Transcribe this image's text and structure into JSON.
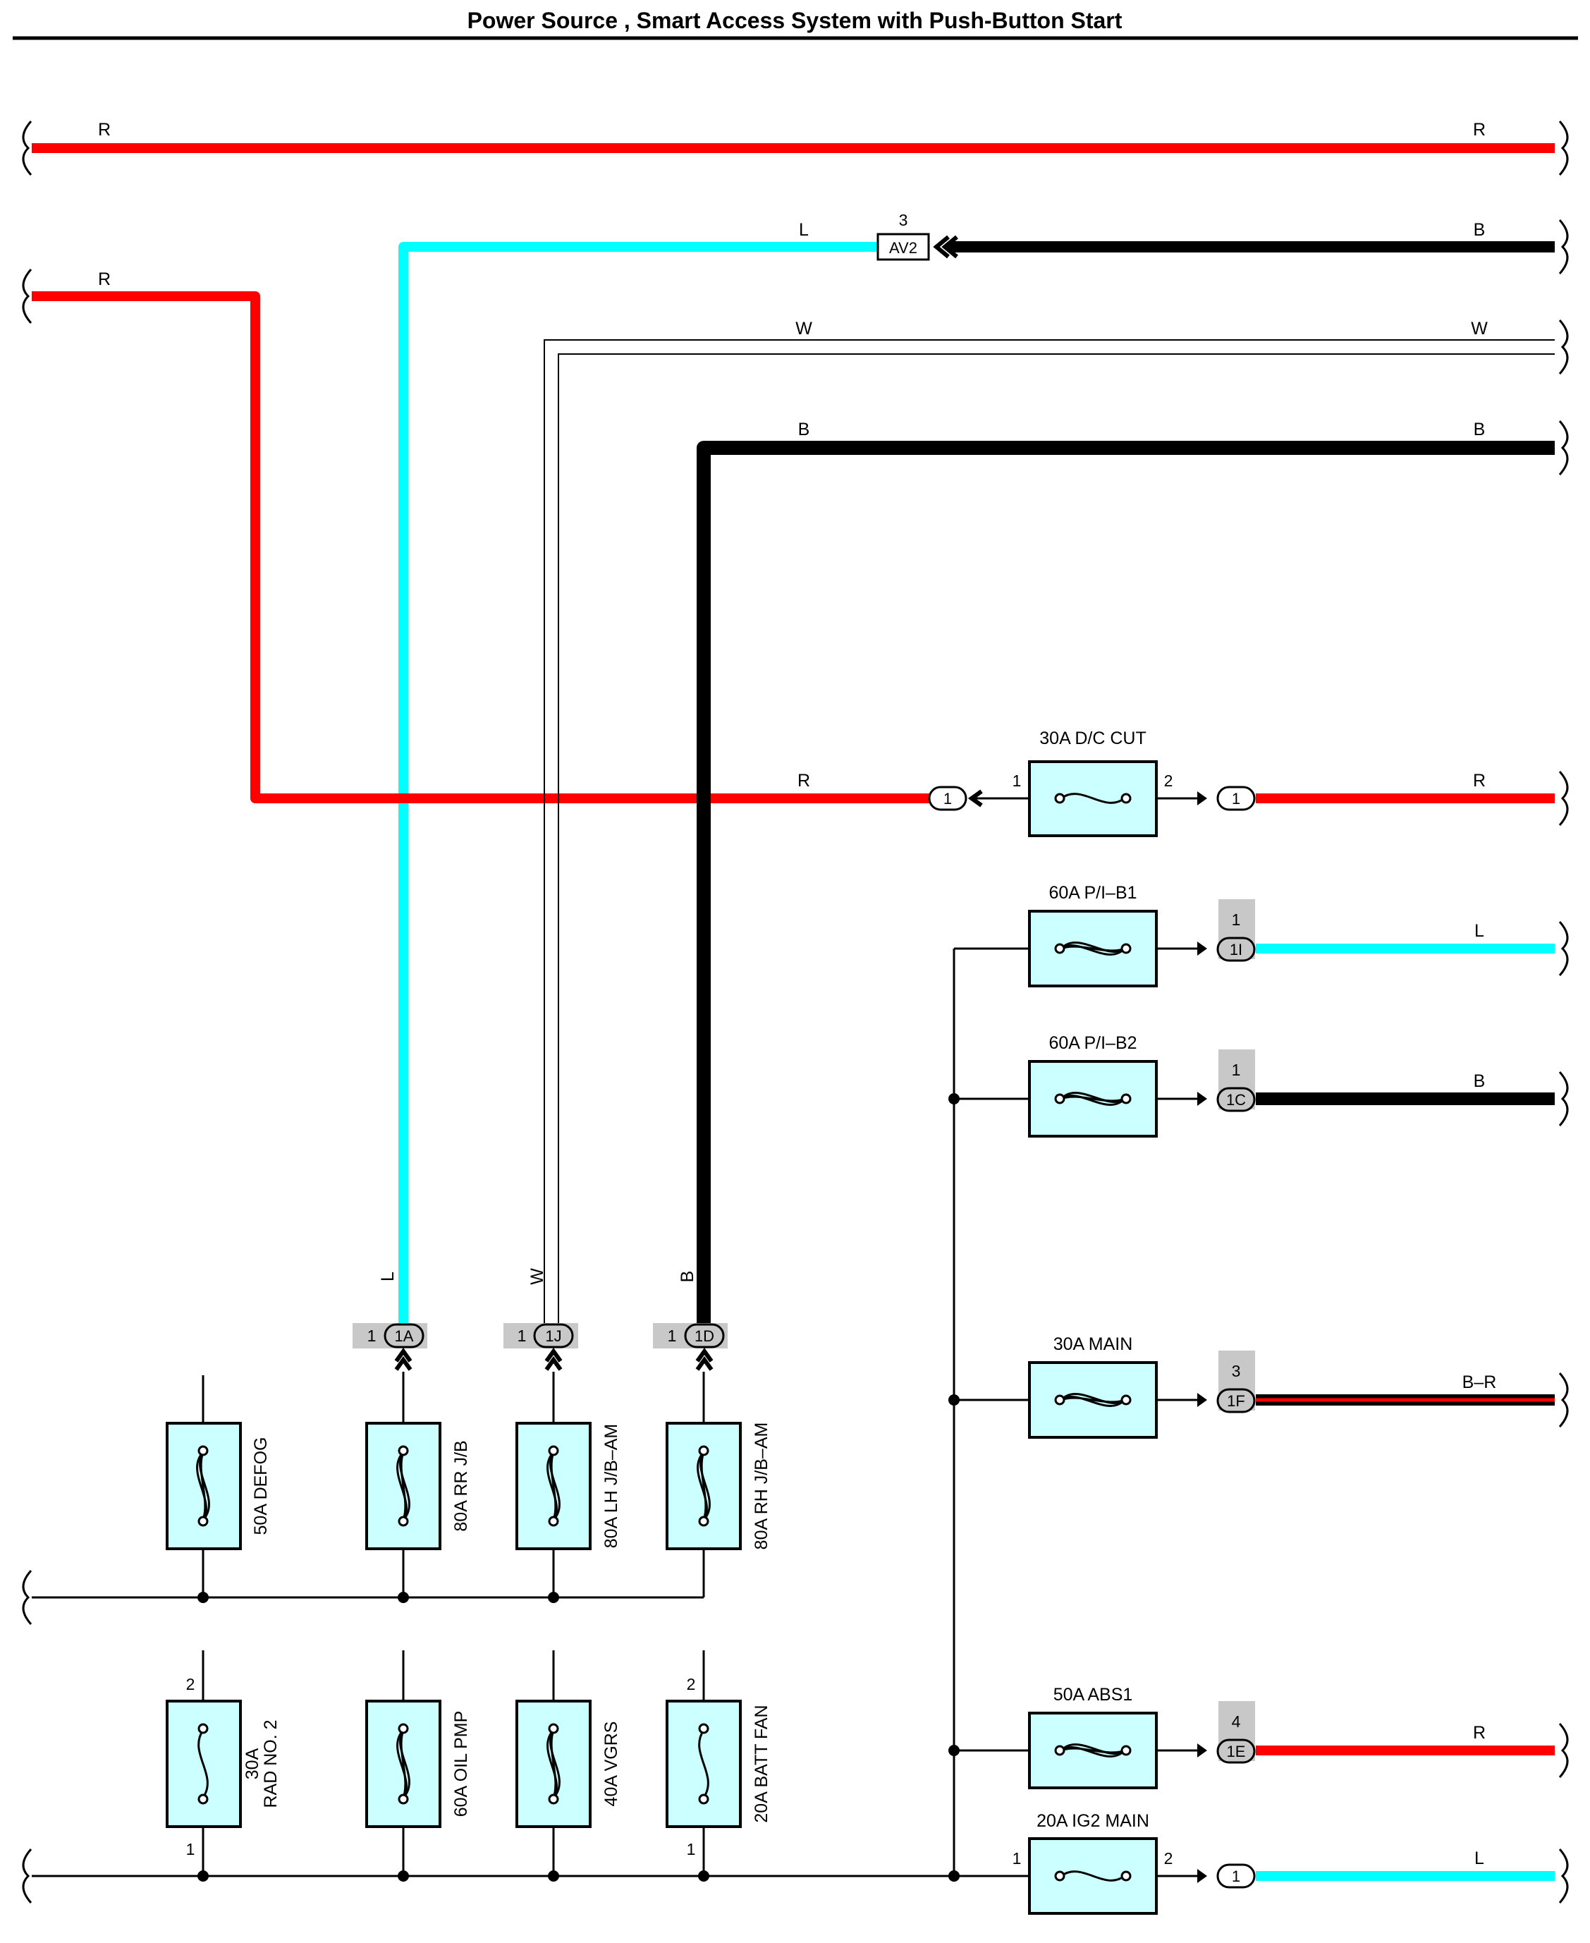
{
  "title": "Power Source , Smart Access System with Push-Button Start",
  "colors": {
    "R": "#ff0000",
    "L": "#00ffff",
    "B": "#000000",
    "W": "#ffffff",
    "fuse_fill": "#ccffff",
    "pin_bg": "#c8c8c8"
  },
  "wire_labels": {
    "top_left": "R",
    "top_right": "R",
    "l_mid": "L",
    "b_right_1": "B",
    "r_left": "R",
    "w_mid": "W",
    "w_right": "W",
    "b_mid": "B",
    "b_right_2": "B",
    "r_mid": "R",
    "r_right": "R",
    "pib1_right": "L",
    "pib2_right": "B",
    "main_right": "B–R",
    "abs1_right": "R",
    "ig2_right": "L",
    "vert_l": "L",
    "vert_w": "W",
    "vert_b": "B"
  },
  "connector_av2": {
    "label": "AV2",
    "pin": "3"
  },
  "fuses": {
    "dc_cut": {
      "label": "30A D/C CUT",
      "pin_in": "1",
      "pin_out": "2",
      "conn": "1"
    },
    "pib1": {
      "label": "60A P/I–B1",
      "pin": "1",
      "conn": "1I"
    },
    "pib2": {
      "label": "60A P/I–B2",
      "pin": "1",
      "conn": "1C"
    },
    "main": {
      "label": "30A MAIN",
      "pin": "3",
      "conn": "1F"
    },
    "abs1": {
      "label": "50A ABS1",
      "pin": "4",
      "conn": "1E"
    },
    "ig2": {
      "label": "20A IG2 MAIN",
      "pin_in": "1",
      "pin_out": "2",
      "conn": "1"
    },
    "defog": {
      "label": "50A DEFOG"
    },
    "rr_jb": {
      "label": "80A RR J/B",
      "pin": "1",
      "conn": "1A"
    },
    "lh_jb": {
      "label": "80A LH J/B–AM",
      "pin": "1",
      "conn": "1J"
    },
    "rh_jb": {
      "label": "80A RH J/B–AM",
      "pin": "1",
      "conn": "1D"
    },
    "rad2": {
      "label_line1": "30A",
      "label_line2": "RAD NO. 2",
      "pin_top": "2",
      "pin_bottom": "1"
    },
    "oil_pmp": {
      "label": "60A OIL PMP"
    },
    "vgrs": {
      "label": "40A VGRS"
    },
    "batt_fan": {
      "label": "20A BATT FAN",
      "pin_top": "2",
      "pin_bottom": "1"
    }
  }
}
